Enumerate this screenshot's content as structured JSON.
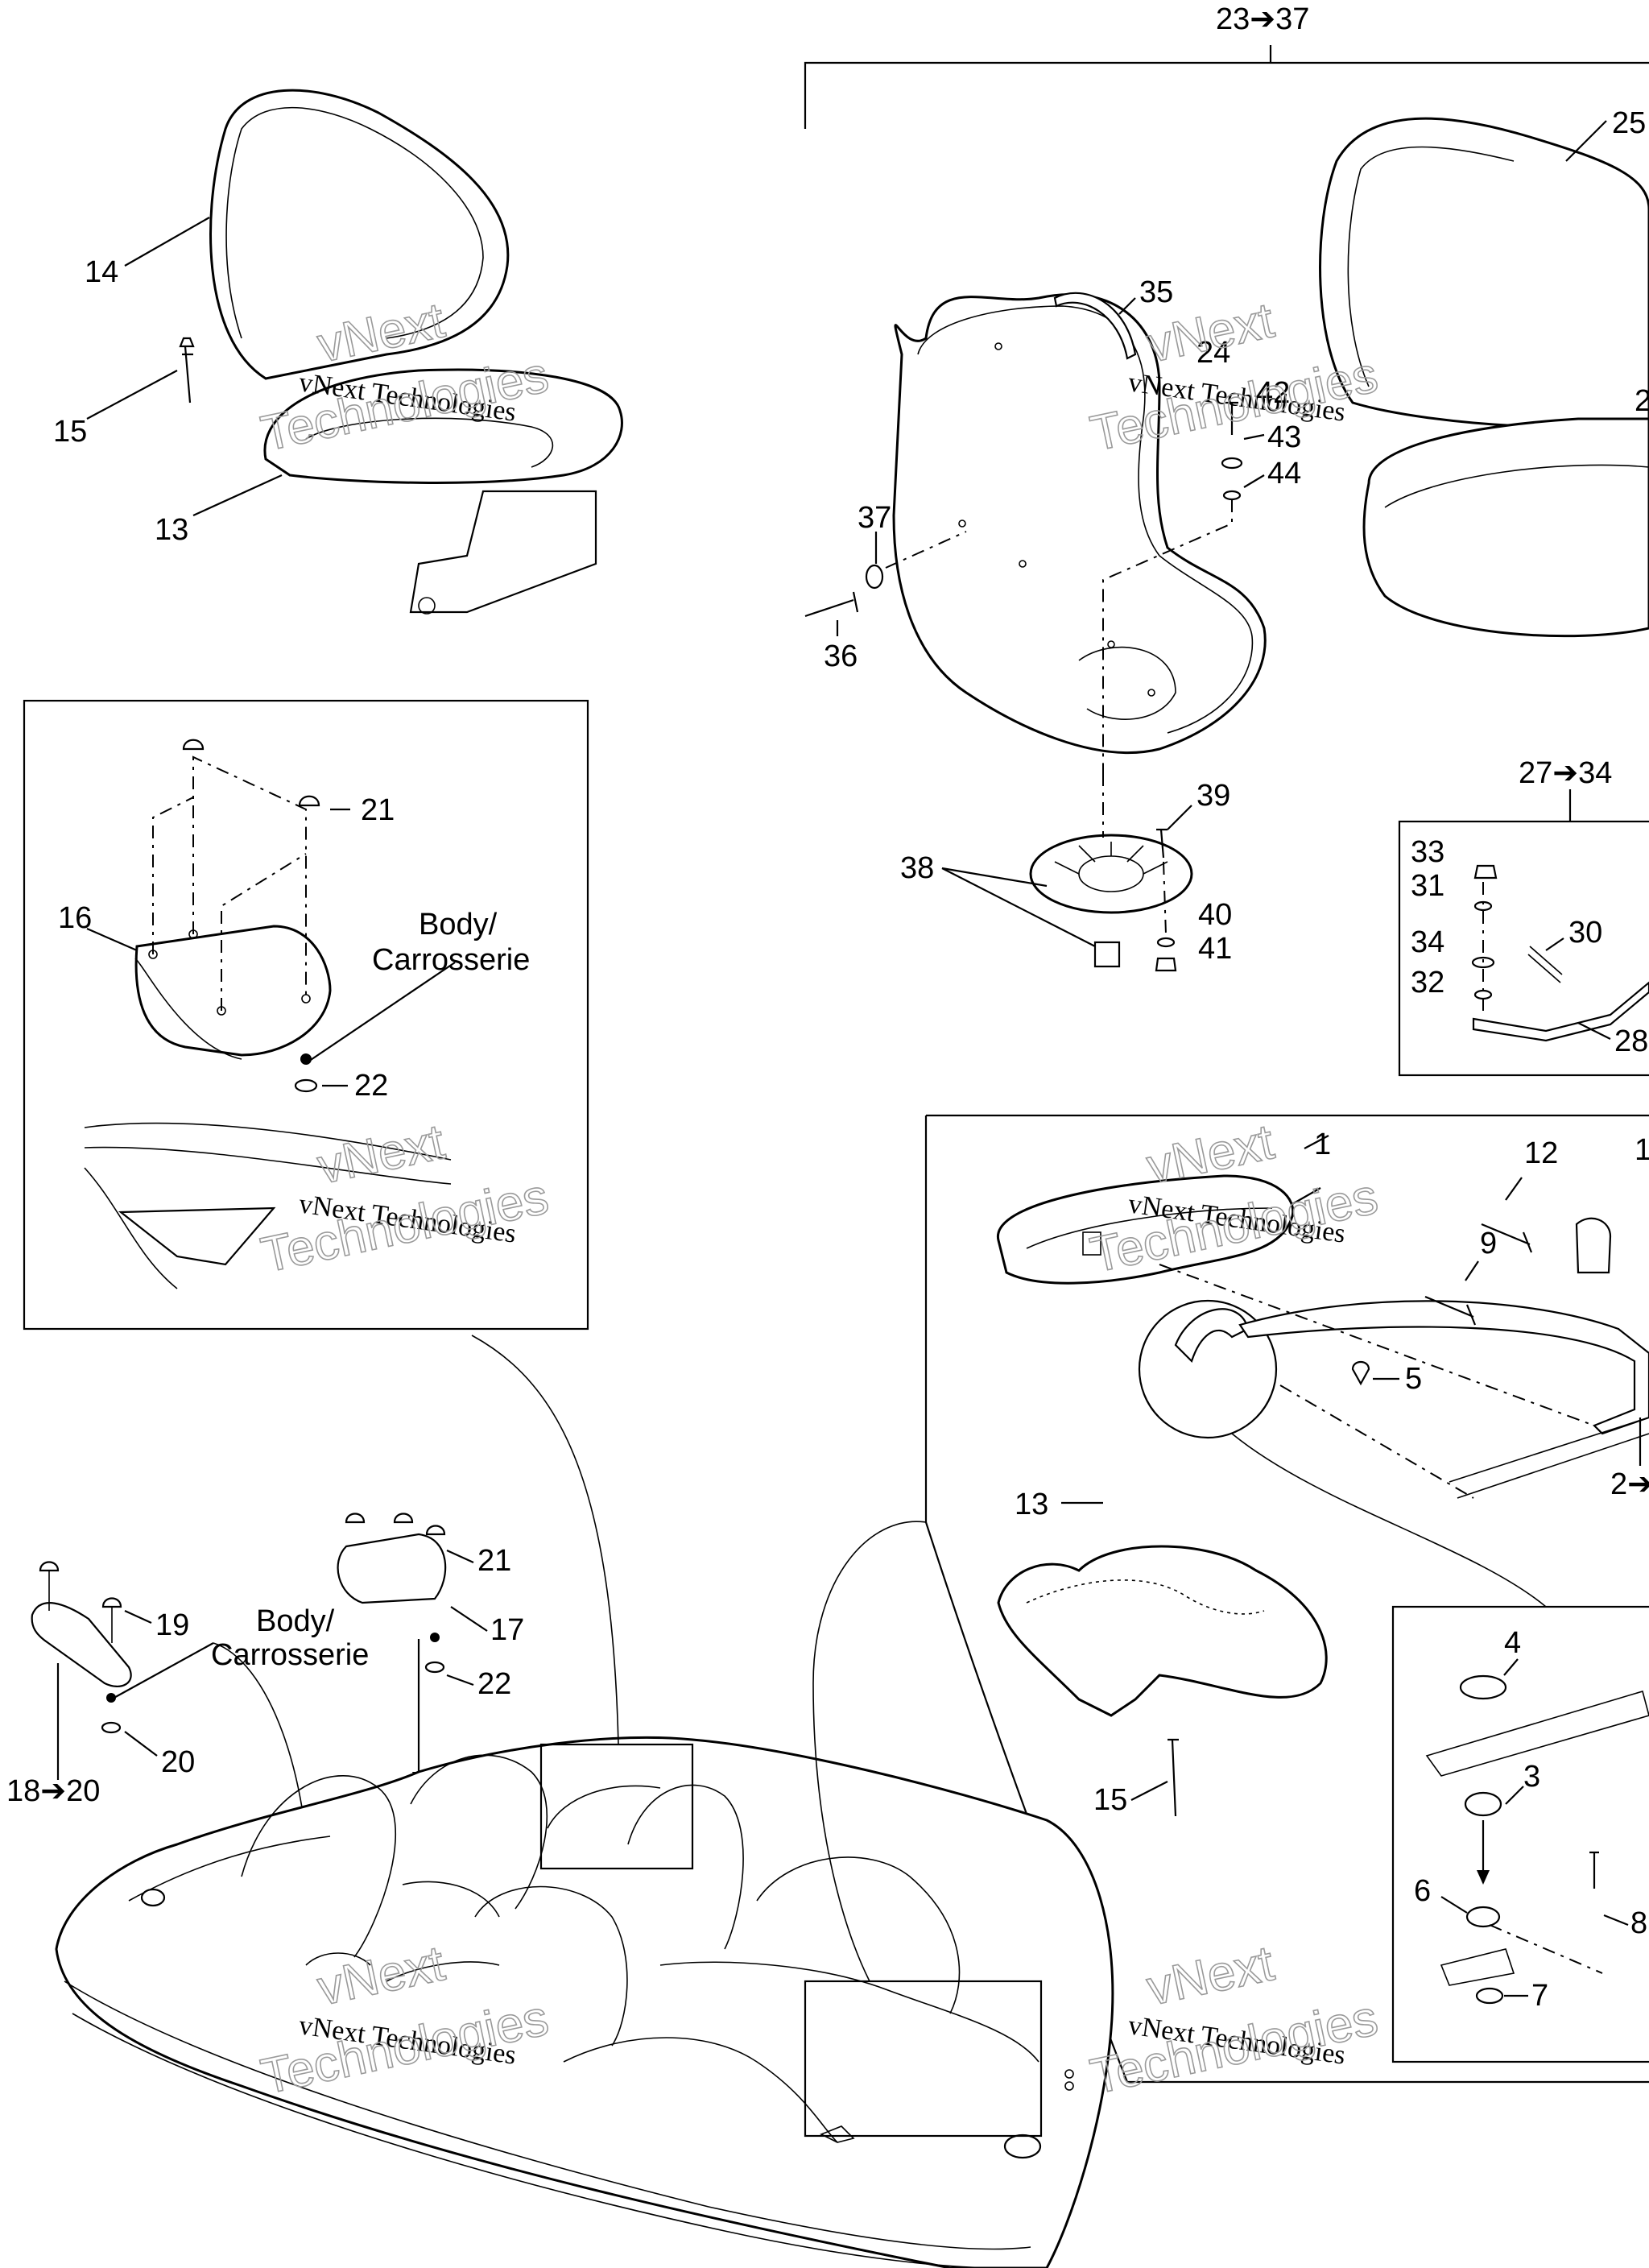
{
  "callouts": {
    "c1": "1",
    "c3": "3",
    "c4": "4",
    "c5": "5",
    "c6": "6",
    "c7": "7",
    "c8": "8",
    "c9": "9",
    "c12": "12",
    "c13a": "13",
    "c13b": "13",
    "c14": "14",
    "c15a": "15",
    "c15b": "15",
    "c16": "16",
    "c17": "17",
    "c19": "19",
    "c20": "20",
    "c21a": "21",
    "c21b": "21",
    "c22a": "22",
    "c22b": "22",
    "c24": "24",
    "c25": "25",
    "c28": "28",
    "c30": "30",
    "c31": "31",
    "c32": "32",
    "c33": "33",
    "c34": "34",
    "c35": "35",
    "c36": "36",
    "c37": "37",
    "c38": "38",
    "c39": "39",
    "c40": "40",
    "c41": "41",
    "c42": "42",
    "c43": "43",
    "c44": "44"
  },
  "ranges": {
    "r23_37": "23➔37",
    "r27_34": "27➔34",
    "r18_20": "18➔20",
    "r2": "2➔"
  },
  "labels": {
    "body_a_line1": "Body/",
    "body_a_line2": "Carrosserie",
    "body_b_line1": "Body/",
    "body_b_line2": "Carrosserie"
  },
  "watermark": {
    "line1": "vNext",
    "line2": "vNext Technologies",
    "line3": "Technologies"
  },
  "partial_labels": {
    "p2": "2",
    "p1": "1"
  }
}
